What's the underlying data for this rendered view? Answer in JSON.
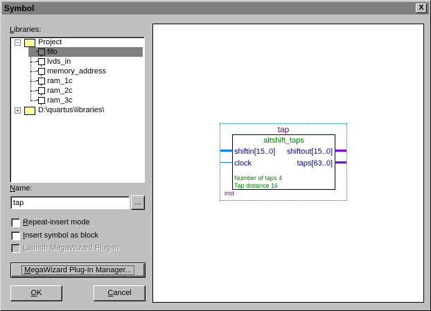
{
  "window": {
    "title": "Symbol",
    "close_label": "X"
  },
  "libraries": {
    "label_underline": "L",
    "label_rest": "ibraries:",
    "tree": [
      {
        "label": "Project",
        "type": "folder-open",
        "expanded": true
      },
      {
        "label": "fifo",
        "type": "symbol",
        "selected": true
      },
      {
        "label": "lvds_in",
        "type": "symbol"
      },
      {
        "label": "memory_address",
        "type": "symbol"
      },
      {
        "label": "ram_1c",
        "type": "symbol"
      },
      {
        "label": "ram_2c",
        "type": "symbol"
      },
      {
        "label": "ram_3c",
        "type": "symbol"
      },
      {
        "label": "D:\\quartus\\libraries\\",
        "type": "folder-closed",
        "expanded": false
      }
    ]
  },
  "name": {
    "label_underline": "N",
    "label_rest": "ame:",
    "value": "tap",
    "browse_label": "..."
  },
  "options": [
    {
      "u": "R",
      "rest": "epeat-insert mode",
      "checked": false,
      "disabled": false
    },
    {
      "u": "I",
      "rest": "nsert symbol as block",
      "checked": false,
      "disabled": false
    },
    {
      "u": "L",
      "rest": "aunch MegaWizard Plug-In",
      "checked": false,
      "disabled": true
    }
  ],
  "megawizard_button": {
    "u": "M",
    "rest": "egaWizard Plug-In Manager..."
  },
  "ok_button": {
    "u": "O",
    "rest": "K"
  },
  "cancel_button": {
    "u": "C",
    "rest": "ancel"
  },
  "preview": {
    "instance_name": "tap",
    "module": "altshift_taps",
    "ports_in": [
      "shiftin[15..0]",
      "clock"
    ],
    "ports_out": [
      "shiftout[15..0]",
      "taps[63..0]"
    ],
    "params": [
      "Number of taps 4",
      "Tap distance 16"
    ],
    "inst_label": "inst",
    "colors": {
      "bus_in": "#0080ff",
      "wire_in": "#0080ff",
      "bus_out": "#8000ff",
      "text_green": "#008000",
      "text_blue": "#0000a0",
      "text_purple": "#800080",
      "border_dotted": "#008080"
    }
  }
}
